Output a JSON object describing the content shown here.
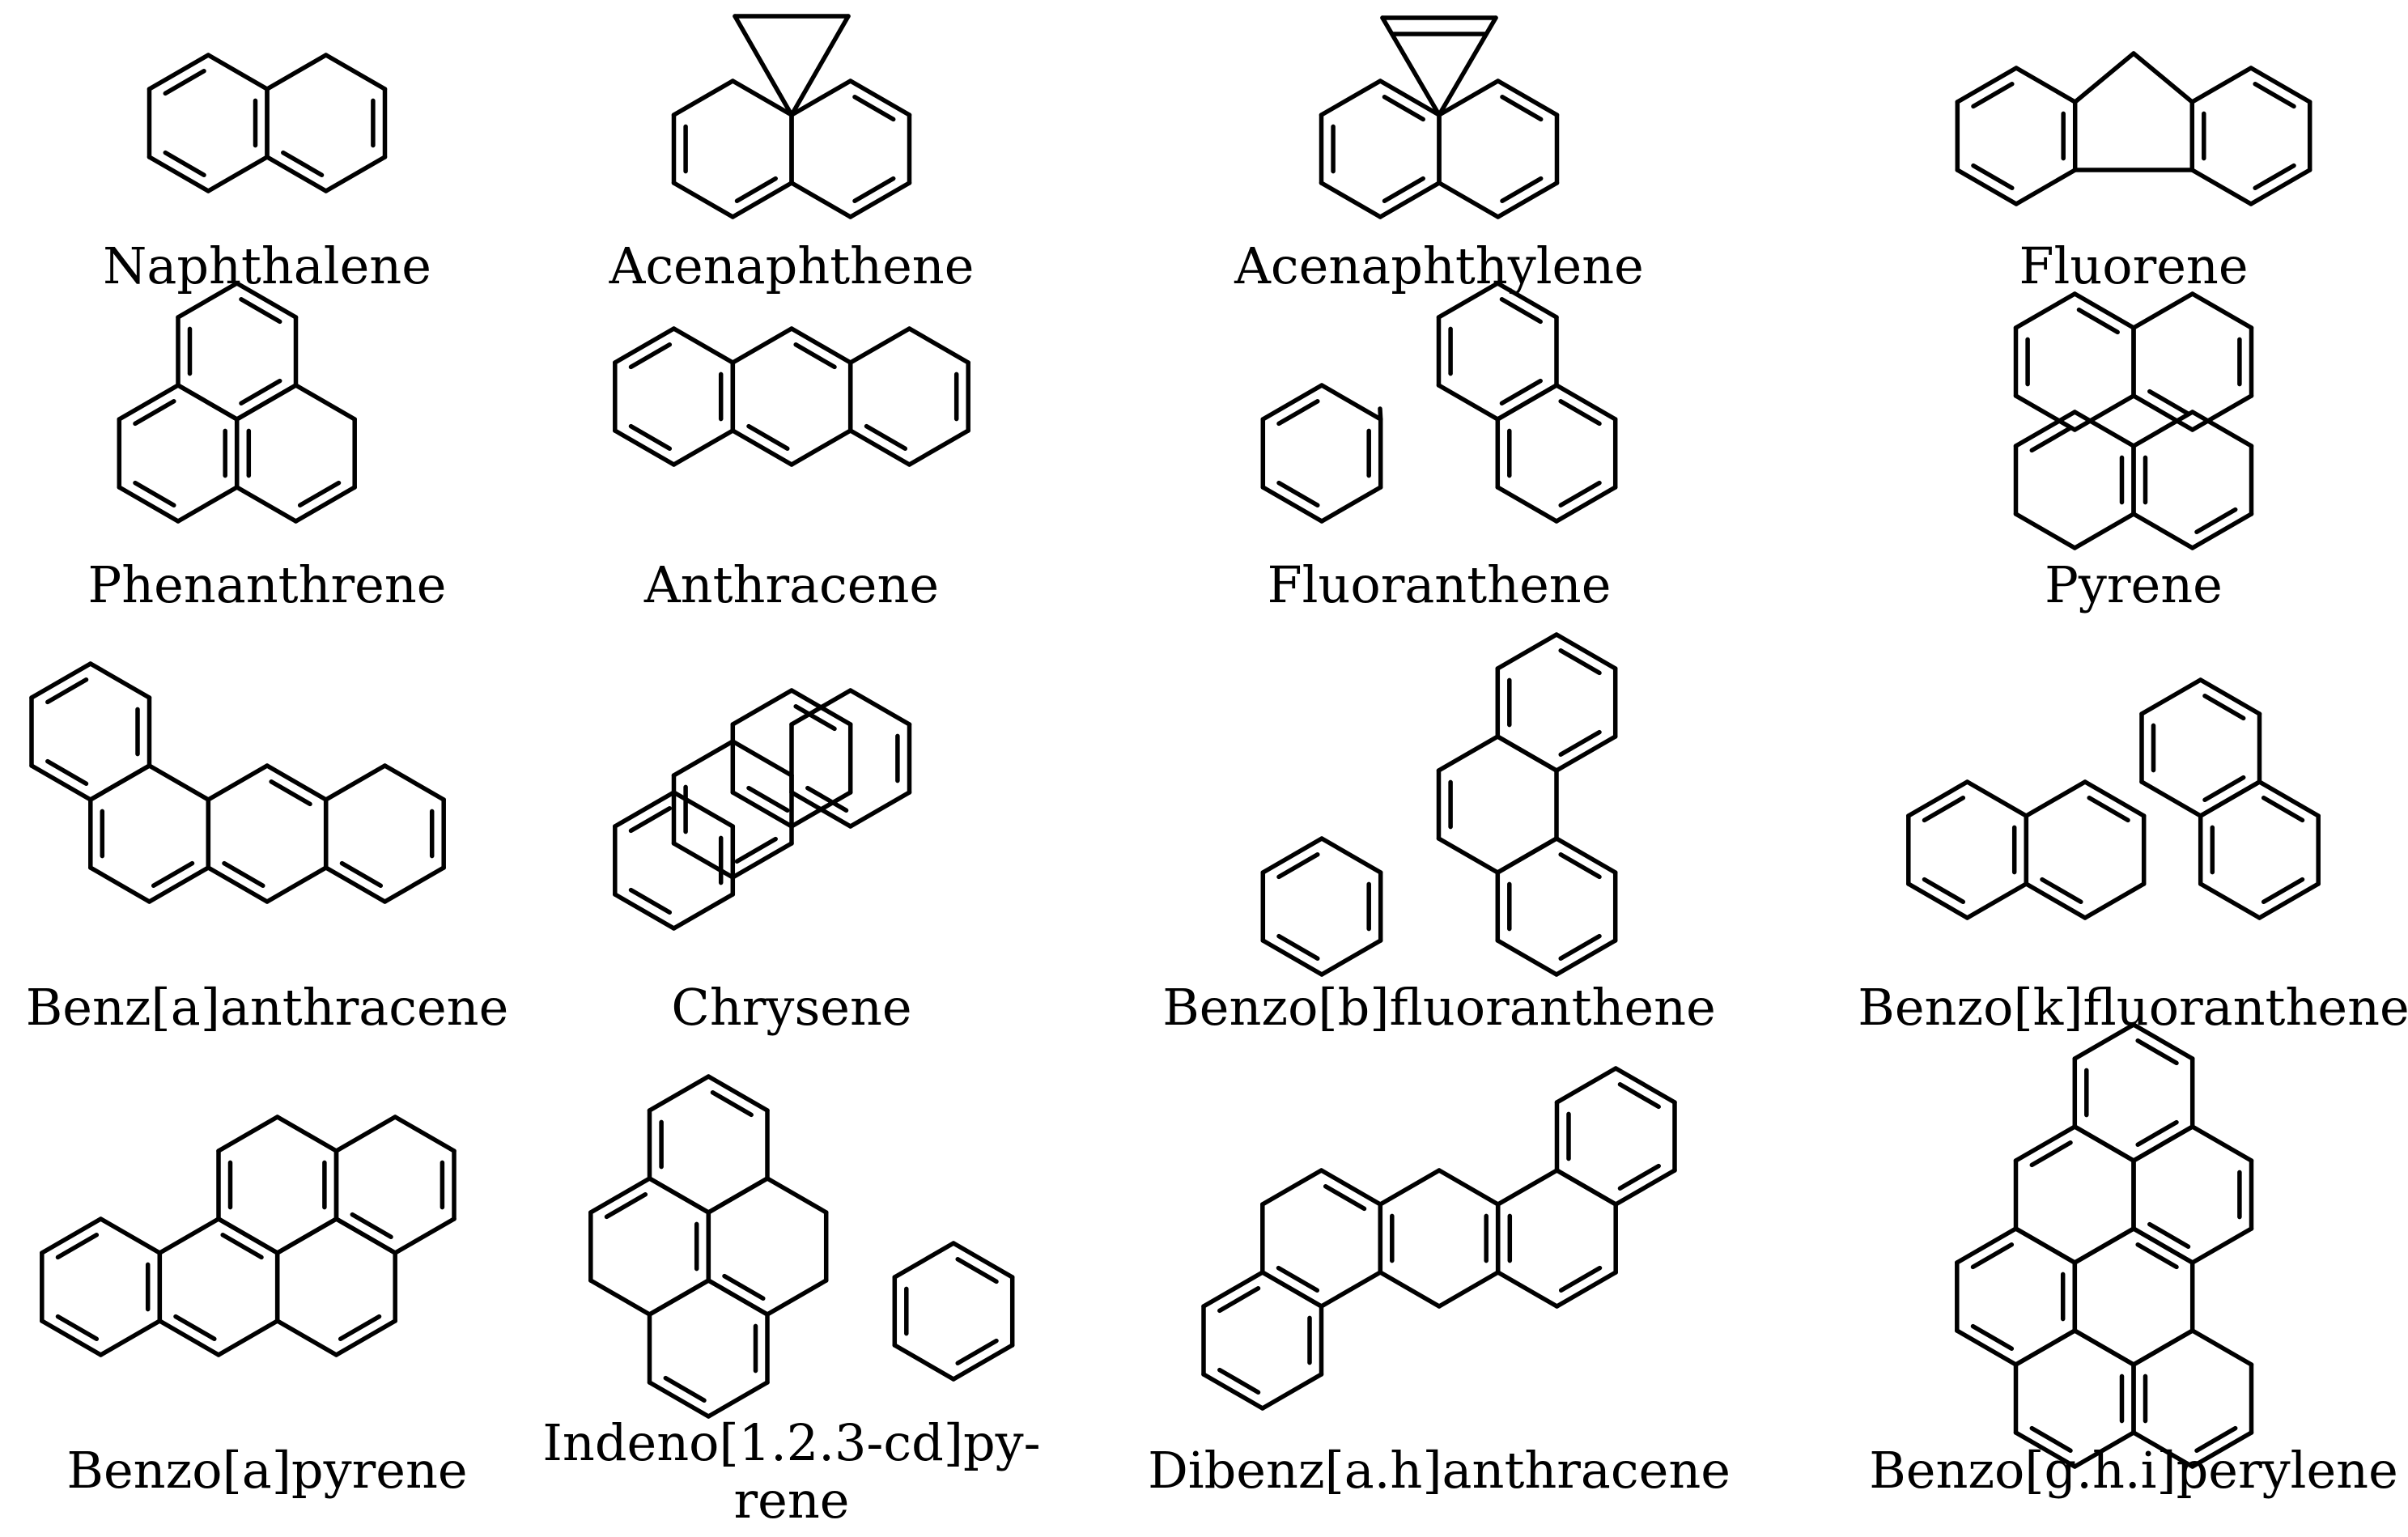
{
  "compounds": [
    {
      "name": "Naphthalene"
    },
    {
      "name": "Acenaphthene"
    },
    {
      "name": "Acenaphthylene"
    },
    {
      "name": "Fluorene"
    },
    {
      "name": "Phenanthrene"
    },
    {
      "name": "Anthracene"
    },
    {
      "name": "Fluoranthene"
    },
    {
      "name": "Pyrene"
    },
    {
      "name": "Benz[a]anthracene"
    },
    {
      "name": "Chrysene"
    },
    {
      "name": "Benzo[b]fluoranthene"
    },
    {
      "name": "Benzo[k]fluoranthene"
    },
    {
      "name": "Benzo[a]pyrene"
    },
    {
      "name": "Indeno[1.2.3-cd]py-rene"
    },
    {
      "name": "Dibenz[a.h]anthracene"
    },
    {
      "name": "Benzo[g.h.i]perylene"
    }
  ]
}
